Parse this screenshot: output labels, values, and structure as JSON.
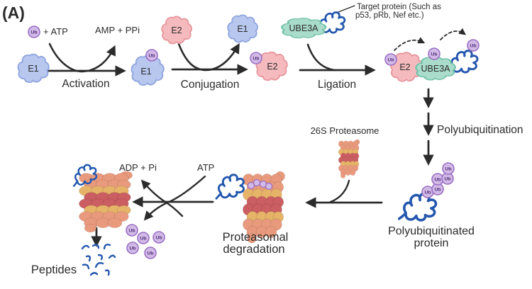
{
  "panel_label": "(A)",
  "labels": {
    "ub": "Ub",
    "e1": "E1",
    "e2": "E2",
    "ube3a": "UBE3A"
  },
  "steps": {
    "activation": "Activation",
    "conjugation": "Conjugation",
    "ligation": "Ligation",
    "polyubiquitination": "Polyubiquitination"
  },
  "annotations": {
    "ub_plus_atp": "+ ATP",
    "amp_ppi": "AMP + PPi",
    "target_protein_line1": "Target protein (Such as",
    "target_protein_line2": "p53, pRb, Nef etc.)",
    "proteasome_26s": "26S Proteasome",
    "atp": "ATP",
    "adp_pi": "ADP + Pi",
    "polyubiquitinated_line1": "Polyubiquitinated",
    "polyubiquitinated_line2": "protein",
    "degradation_line1": "Proteasomal",
    "degradation_line2": "degradation",
    "peptides": "Peptides"
  },
  "colors": {
    "e1_fill": "#b7c7ee",
    "e1_stroke": "#8fa4de",
    "e2_fill": "#f5babd",
    "e2_stroke": "#e6959c",
    "ube3a_fill": "#a9dcca",
    "ube3a_stroke": "#72c1a9",
    "ub_fill": "#d2bae7",
    "ub_stroke": "#9b6fc4",
    "protein_blue": "#2457ae",
    "arrow": "#2b2b2b",
    "barrel_salmon": "#e99a7d",
    "barrel_yellow": "#e6b468",
    "barrel_red": "#cb5e62"
  }
}
